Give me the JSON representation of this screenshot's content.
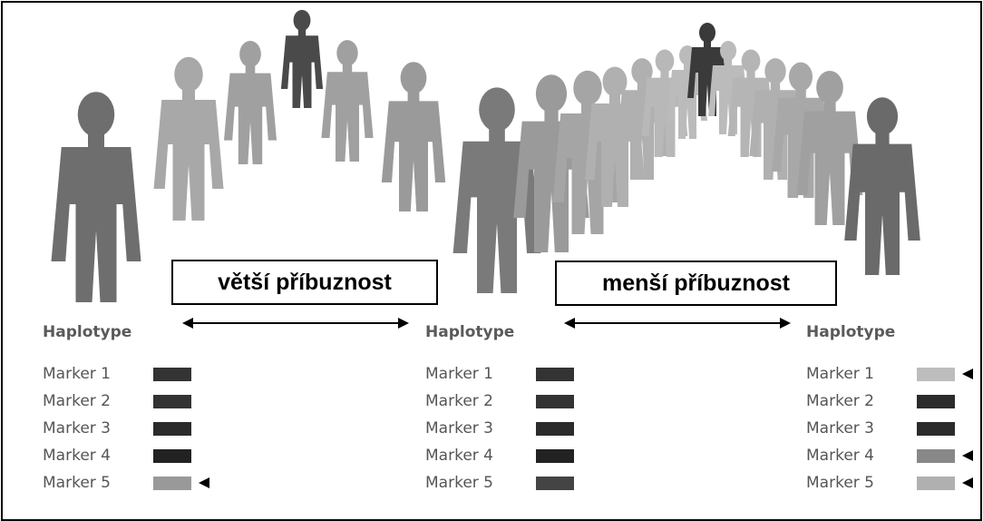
{
  "labels": {
    "closer": "větší příbuznost",
    "further": "menší příbuznost"
  },
  "haplotypes": [
    {
      "title": "Haplotype",
      "markers": [
        {
          "name": "Marker 1",
          "color": "#333333",
          "flag": false
        },
        {
          "name": "Marker 2",
          "color": "#333333",
          "flag": false
        },
        {
          "name": "Marker 3",
          "color": "#2b2b2b",
          "flag": false
        },
        {
          "name": "Marker 4",
          "color": "#222222",
          "flag": false
        },
        {
          "name": "Marker 5",
          "color": "#999999",
          "flag": true
        }
      ]
    },
    {
      "title": "Haplotype",
      "markers": [
        {
          "name": "Marker 1",
          "color": "#333333",
          "flag": false
        },
        {
          "name": "Marker 2",
          "color": "#333333",
          "flag": false
        },
        {
          "name": "Marker 3",
          "color": "#2b2b2b",
          "flag": false
        },
        {
          "name": "Marker 4",
          "color": "#222222",
          "flag": false
        },
        {
          "name": "Marker 5",
          "color": "#444444",
          "flag": false
        }
      ]
    },
    {
      "title": "Haplotype",
      "markers": [
        {
          "name": "Marker 1",
          "color": "#bdbdbd",
          "flag": true
        },
        {
          "name": "Marker 2",
          "color": "#2b2b2b",
          "flag": false
        },
        {
          "name": "Marker 3",
          "color": "#2b2b2b",
          "flag": false
        },
        {
          "name": "Marker 4",
          "color": "#888888",
          "flag": true
        },
        {
          "name": "Marker 5",
          "color": "#b0b0b0",
          "flag": true
        }
      ]
    }
  ]
}
